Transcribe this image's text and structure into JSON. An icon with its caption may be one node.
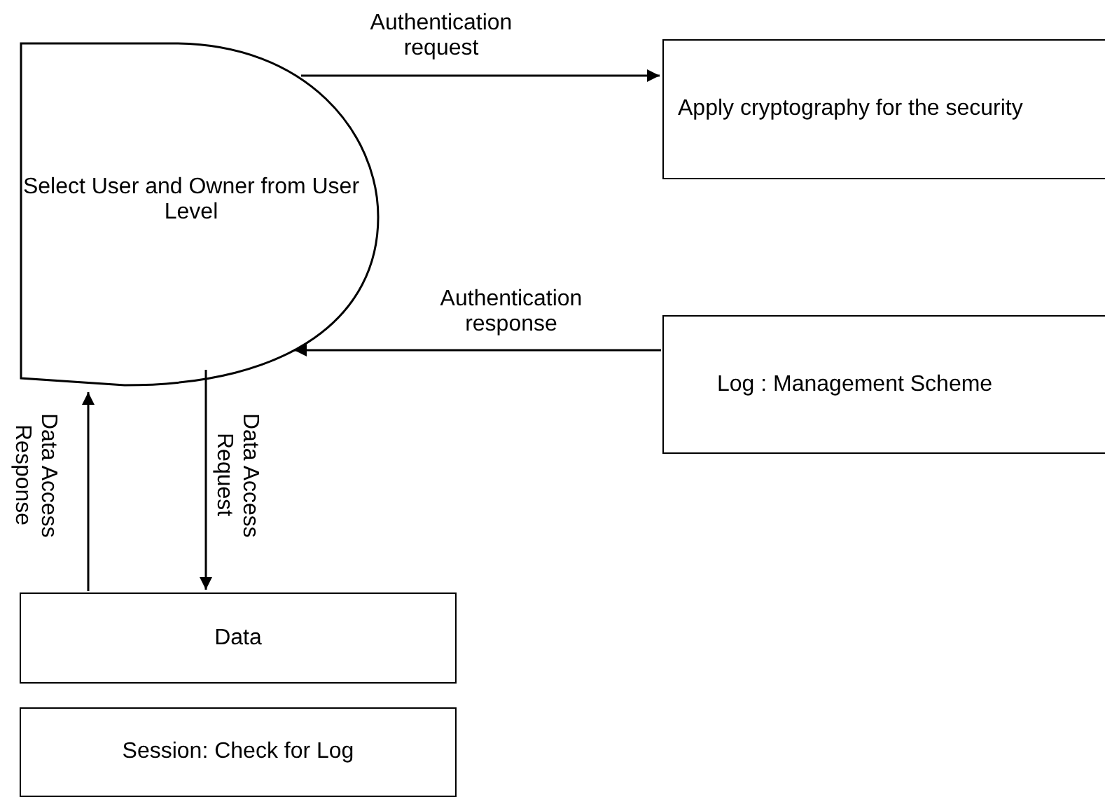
{
  "diagram": {
    "nodes": [
      {
        "text": [
          "Select User and Owner from User Level"
        ]
      },
      {
        "text": [
          "Apply cryptography for the security"
        ]
      },
      {
        "text": [
          "Log : Management Scheme"
        ]
      },
      {
        "text": [
          "Data"
        ]
      },
      {
        "text": [
          "Session: Check for Log"
        ]
      }
    ],
    "edges": [
      {
        "from": 0,
        "to": 1,
        "arrow": "to",
        "label": "Authentication request"
      },
      {
        "from": 2,
        "to": 0,
        "arrow": "to",
        "label": "Authentication response"
      },
      {
        "from": 3,
        "to": 0,
        "arrow": "to",
        "label": "Data Access Response"
      },
      {
        "from": 0,
        "to": 3,
        "arrow": "to",
        "label": "Data Access Request"
      }
    ]
  }
}
